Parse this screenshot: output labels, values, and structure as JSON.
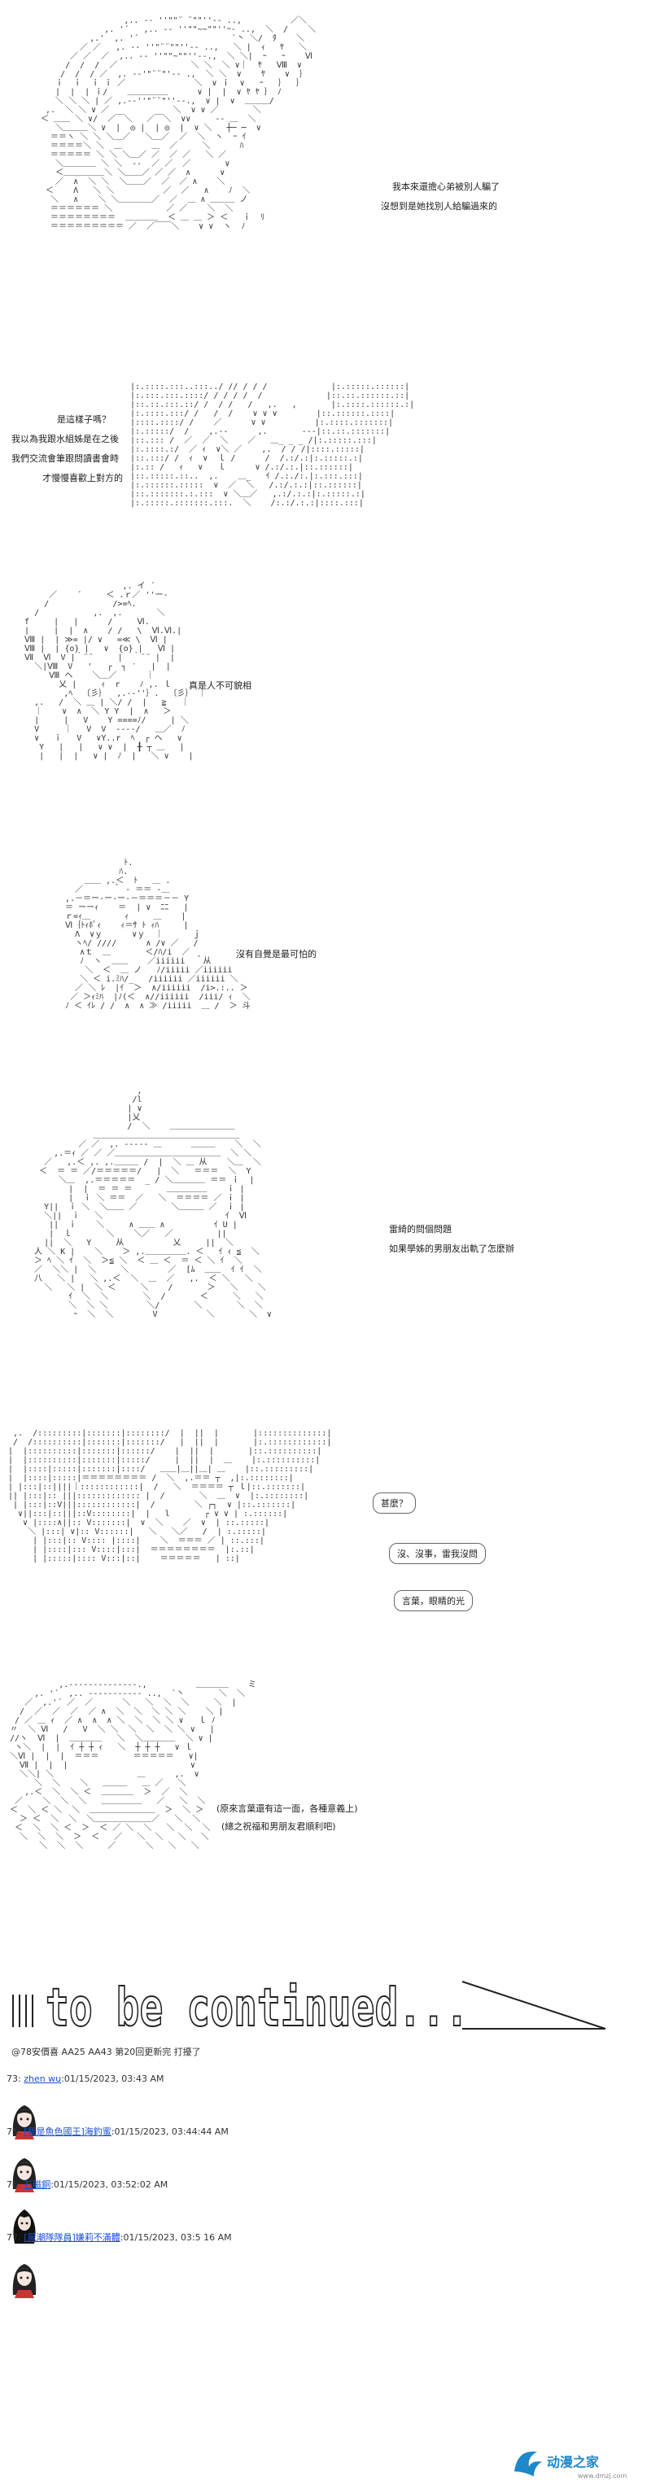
{
  "dialogue": {
    "scene1_line1": "我本來還擔心弟被別人騙了",
    "scene1_line2": "沒想到是她找別人給騙過來的",
    "scene2_line1": "是這樣子嗎？",
    "scene2_line2": "我以為我跟水組姊是在之後",
    "scene2_line3": "我們交流會筆跟問讀書會時",
    "scene2_line4": "才慢慢喜歡上對方的",
    "scene3_line1": "真是人不可貌相",
    "scene4_line1": "沒有自覺是最可怕的",
    "scene5_line1": "雷綺的問個問題",
    "scene5_line2": "如果學姊的男朋友出軌了怎麼辦",
    "scene6_bubble1": "甚麼？",
    "scene6_bubble2": "沒、沒事，雷我沒問",
    "scene6_bubble3": "言葉，眼睛的光",
    "scene7_line1": "(原來言葉還有這一面，各種意義上)",
    "scene7_line2": "(總之祝福和男朋友君順利吧)"
  },
  "banner": {
    "text": "to be continued..."
  },
  "author_note": "@78安價喜 AA25 AA43 第20回更新完 打擾了",
  "comments": [
    {
      "num": "73:",
      "name": "zhen wu",
      "sep": ":",
      "timestamp": "01/15/2023, 03:43 AM"
    },
    {
      "num": "75:",
      "name": "[我是魚色國王]海釣蜜",
      "sep": ":",
      "timestamp": "01/15/2023, 03:44:44 AM"
    },
    {
      "num": "76:",
      "name": "石磁銅",
      "sep": ":",
      "timestamp": "01/15/2023, 03:52:02 AM"
    },
    {
      "num": "77:",
      "name": "[鳳潮隊隊員]嫌莉不滿體",
      "sep": ":",
      "timestamp": "01/15/2023, 03:5 16 AM"
    }
  ],
  "watermark": {
    "name": "动漫之家",
    "url": "www.dmzj.com"
  },
  "colors": {
    "link": "#1a4fd6",
    "watermark": "#1e88c8",
    "text": "#333333"
  }
}
